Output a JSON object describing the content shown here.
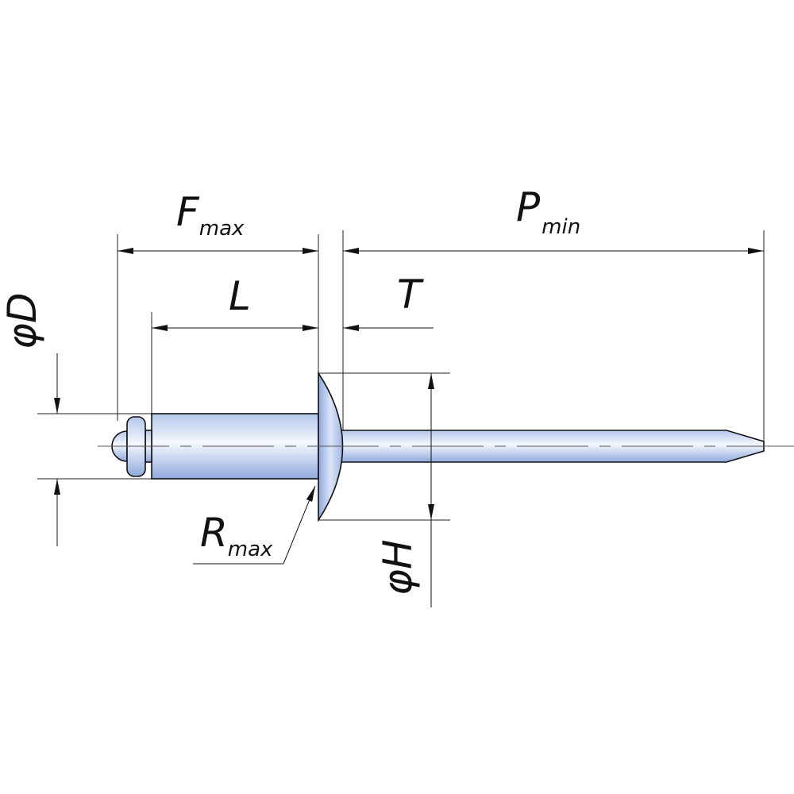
{
  "title": "Blind rivet dimension drawing",
  "colors": {
    "fill_light": "#eef2fb",
    "fill_dark": "#7f9fd6",
    "line": "#111111"
  },
  "labels": {
    "F": {
      "main": "F",
      "sub": "max"
    },
    "P": {
      "main": "P",
      "sub": "min"
    },
    "L": {
      "main": "L"
    },
    "T": {
      "main": "T"
    },
    "D": {
      "main": "φD"
    },
    "H": {
      "main": "φH"
    },
    "R": {
      "main": "R",
      "sub": "max"
    }
  }
}
